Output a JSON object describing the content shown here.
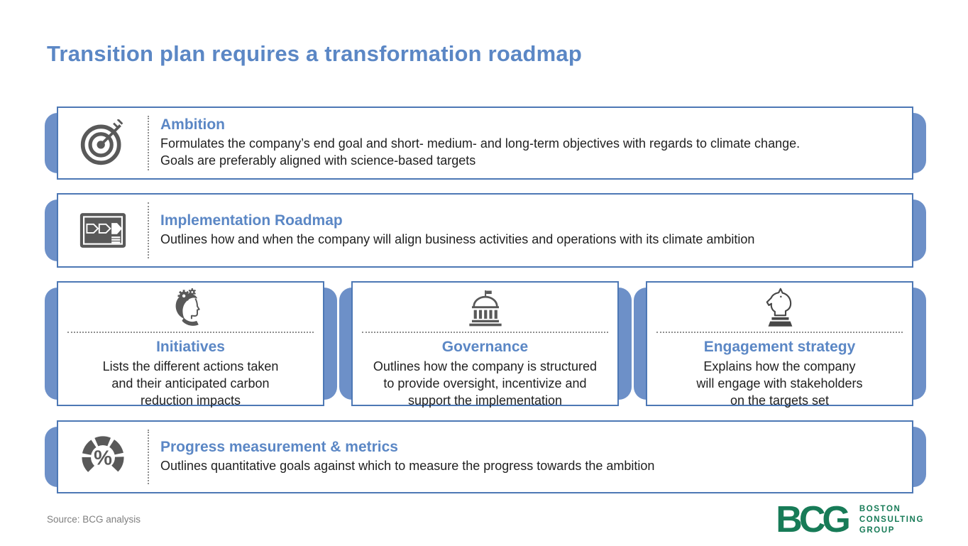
{
  "slide": {
    "title": "Transition plan requires a transformation roadmap",
    "source": "Source: BCG analysis"
  },
  "cards": [
    {
      "id": "ambition",
      "icon": "target-icon",
      "title": "Ambition",
      "body": "Formulates the company’s end goal and short- medium- and long-term objectives with regards to climate change.\nGoals are preferably aligned with science-based targets"
    },
    {
      "id": "implementation-roadmap",
      "icon": "roadmap-icon",
      "title": "Implementation Roadmap",
      "body": "Outlines how and when the company will align business activities and operations with its climate ambition"
    },
    {
      "id": "initiatives",
      "icon": "head-gears-icon",
      "title": "Initiatives",
      "body": "Lists the different actions taken\nand their anticipated carbon\nreduction impacts"
    },
    {
      "id": "governance",
      "icon": "government-building-icon",
      "title": "Governance",
      "body": "Outlines how the company is structured\nto provide oversight, incentivize and\nsupport the implementation"
    },
    {
      "id": "engagement-strategy",
      "icon": "chess-knight-icon",
      "title": "Engagement strategy",
      "body": "Explains how the company\nwill engage with stakeholders\non the targets set"
    },
    {
      "id": "progress-measurement",
      "icon": "gauge-percent-icon",
      "title": "Progress measurement & metrics",
      "body": "Outlines quantitative goals against which to measure the progress towards the ambition"
    }
  ],
  "icons": {
    "gauge_symbol": "%"
  },
  "logo": {
    "monogram": "BCG",
    "line1": "BOSTON",
    "line2": "CONSULTING",
    "line3": "GROUP"
  },
  "colors": {
    "accent_blue": "#5b87c5",
    "border_blue": "#4d78b5",
    "tab_blue": "#6d90c8",
    "icon_gray": "#595959",
    "text_dark": "#1f1f1f",
    "source_gray": "#7f7f7f",
    "bcg_green": "#177b57"
  }
}
